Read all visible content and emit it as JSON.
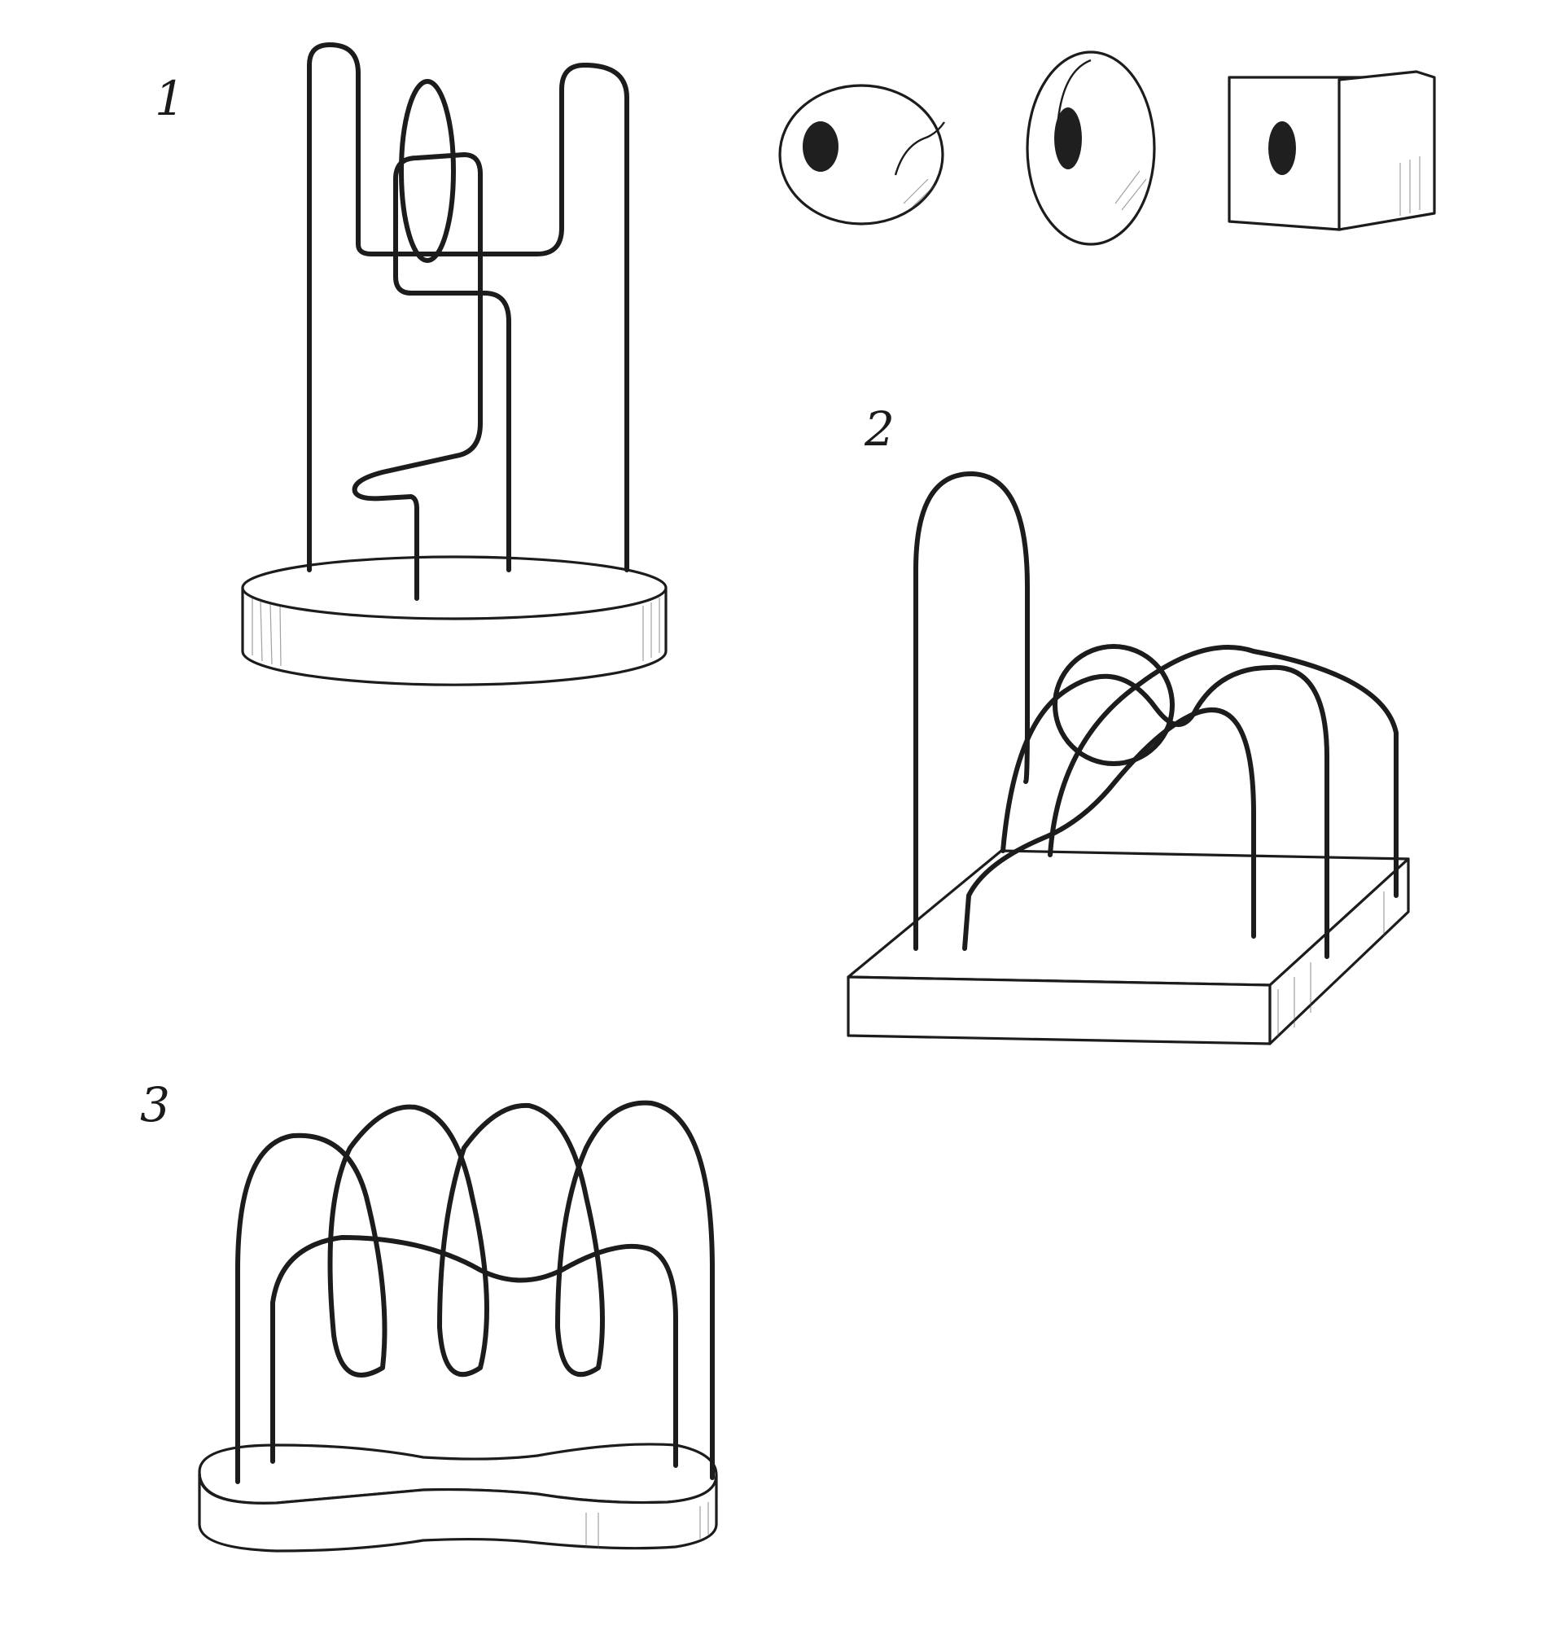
{
  "sketch": {
    "labels": {
      "one": "1",
      "two": "2",
      "three": "3"
    },
    "colors": {
      "paper": "#ffffff",
      "pencil": "#1c1c1c"
    },
    "beads": [
      "sphere-bead",
      "disc-bead",
      "cube-bead"
    ]
  }
}
